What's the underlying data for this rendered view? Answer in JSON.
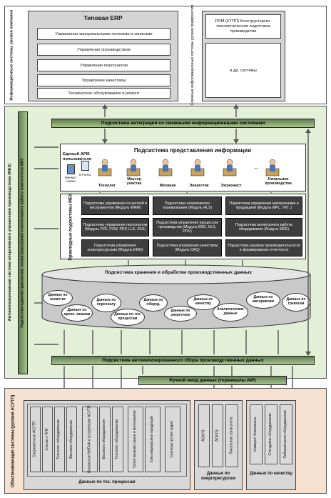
{
  "erp": {
    "title": "Типовая ERP",
    "modules": [
      "Управление материальными потоками и запасами",
      "Управление производством",
      "Управление персоналом",
      "Управление качеством",
      "Техническое обслуживание и ремонт"
    ],
    "side_label": "Информационные системы уровня компании"
  },
  "adjacent": {
    "pdm": "PDM (КТПП) Конструкторско-технологическая подготовка производства",
    "other": "и др. системы",
    "side_label": "Смежные информационные системы уровня предприятия"
  },
  "mes": {
    "outer_label": "Автоматизированная система оперативного управления производством (MES)",
    "admin_label": "Подсистема администрирования, конфигурирования и мониторинга работы компонентов MES",
    "integration": "Подсистема интеграции со смежными информационными системами",
    "presentation": {
      "title": "Подсистема представления информации",
      "arm_label": "Единый АРМ пользователя",
      "icons": [
        "Мнемо-схемы",
        "Отчеты"
      ],
      "roles": [
        "Технолог",
        "Мастер участка",
        "Механик",
        "Энергетик",
        "Экономист",
        "Начальник производства"
      ],
      "ellipsis": "..."
    },
    "applied": {
      "label": "Прикладные подсистемы MES",
      "modules": [
        "Подсистема управления оснасткой и инструментом (Модуль WRM)",
        "Подсистема оперативного планирования (Модуль HLS)",
        "Подсистема управления материалами и продукцией (Модуль MPL, TRT..)",
        "Подсистема управления персоналом (Модуль PZE, PZW, PEP, LLE, ZKS)",
        "Подсистема управления процессом производства (Модуль BDE, HLS, PDV)",
        "Подсистема мониторинга работы оборудования (Модуль MDE)",
        "Подсистема управления энергоресурсами (Модуль EMG)",
        "Подсистема управления качеством (Модуль CAQ)",
        "Подсистема анализа производительности и формирования отчетности"
      ]
    },
    "storage": {
      "title": "Подсистема хранения и обработки производственных данных",
      "bubbles": [
        "Данные по оснастке",
        "Данные по произ. заказам",
        "Данные по персоналу",
        "Данные по тех. процессам",
        "Данные по оборуд.",
        "Данные по энергетике",
        "Данные по качеству",
        "Аналитические данные",
        "Данные по материалам",
        "Данные по тревогам"
      ]
    },
    "collection": "Подсистема автоматизированного сбора производственных данных"
  },
  "manual_input": "Ручной ввод данных (терминалы AIP)",
  "apcs": {
    "side_label": "Обеспечивающие системы (уровня АСУТП)",
    "group_tech": {
      "items": [
        "Современные АСУТП",
        "Станки с ЧПУ",
        "Технолог. оборудование",
        "Весовое оборудование",
        "Локальные КИПиА и устаревшие АСУТП",
        "Весового оборудования",
        "Технолог. оборудование",
        "Узлов приема сырья и материалов",
        "Узлы маркировки продукции",
        "Сканеры штрих-кодов"
      ],
      "label": "Данные по тех. процессам"
    },
    "group_energy": {
      "items": [
        "АСКУЭ",
        "АСКУЭ",
        "Локальные узлы учета"
      ],
      "label": "Данные по энергоресурсам"
    },
    "group_quality": {
      "items": [
        "Измерит. Комплексы",
        "Стендовое оборудование",
        "Лабораторное оборудование"
      ],
      "label": "Данные по качеству"
    }
  },
  "colors": {
    "mes_bg": "#e3efd6",
    "band_green": "#6f8f5d",
    "apcs_bg": "#f6e0cf",
    "gray_block": "#d8d8d8",
    "dark_box": "#3e3e3e"
  }
}
